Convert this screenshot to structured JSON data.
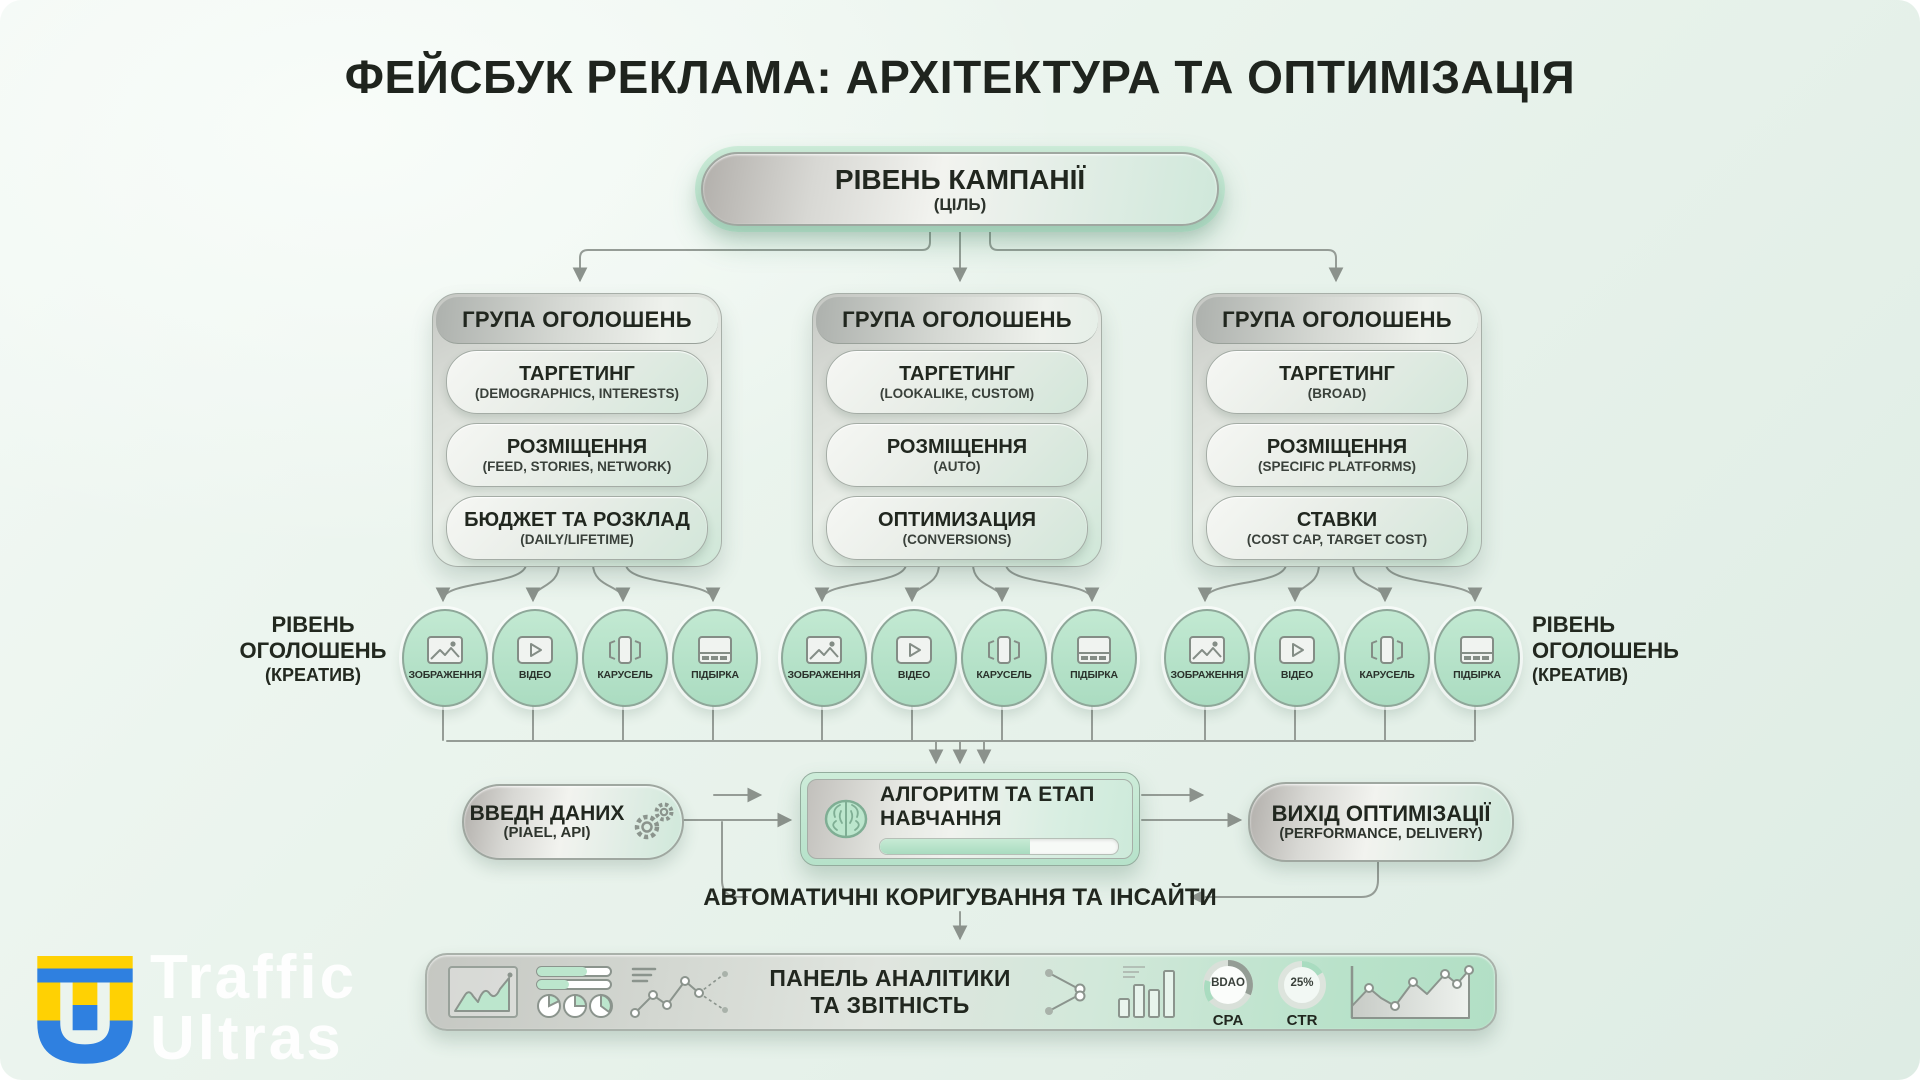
{
  "title": "ФЕЙСБУК РЕКЛАМА: АРХІТЕКТУРА ТА ОПТИМІЗАЦІЯ",
  "campaign": {
    "title": "РІВЕНЬ КАМПАНІЇ",
    "subtitle": "(ЦІЛЬ)"
  },
  "ad_groups": [
    {
      "header": "ГРУПА ОГОЛОШЕНЬ",
      "items": [
        {
          "title": "ТАРГЕТИНГ",
          "subtitle": "(DEMOGRAPHICS, INTERESTS)"
        },
        {
          "title": "РОЗМІЩЕННЯ",
          "subtitle": "(FEED, STORIES, NETWORK)"
        },
        {
          "title": "БЮДЖЕТ ТА РОЗКЛАД",
          "subtitle": "(DAILY/LIFETIME)"
        }
      ]
    },
    {
      "header": "ГРУПА ОГОЛОШЕНЬ",
      "items": [
        {
          "title": "ТАРГЕТИНГ",
          "subtitle": "(LOOKALIKE, CUSTOM)"
        },
        {
          "title": "РОЗМІЩЕННЯ",
          "subtitle": "(AUTO)"
        },
        {
          "title": "ОПТИМИЗАЦИЯ",
          "subtitle": "(CONVERSIONS)"
        }
      ]
    },
    {
      "header": "ГРУПА ОГОЛОШЕНЬ",
      "items": [
        {
          "title": "ТАРГЕТИНГ",
          "subtitle": "(BROAD)"
        },
        {
          "title": "РОЗМІЩЕННЯ",
          "subtitle": "(SPECIFIC PLATFORMS)"
        },
        {
          "title": "СТАВКИ",
          "subtitle": "(COST CAP, TARGET COST)"
        }
      ]
    }
  ],
  "ad_level": {
    "left": {
      "l1": "РІВЕНЬ",
      "l2": "ОГОЛОШЕНЬ",
      "l3": "(КРЕАТИВ)"
    },
    "right": {
      "l1": "РІВЕНЬ",
      "l2": "ОГОЛОШЕНЬ",
      "l3": "(КРЕАТИВ)"
    }
  },
  "creatives": {
    "groups": [
      [
        "ЗОБРАЖЕННЯ",
        "ВІДЕО",
        "КАРУСЕЛЬ",
        "ПІДБІРКА"
      ],
      [
        "ЗОБРАЖЕННЯ",
        "ВІДЕО",
        "КАРУСЕЛЬ",
        "ПІДБІРКА"
      ],
      [
        "ЗОБРАЖЕННЯ",
        "ВІДЕО",
        "КАРУСЕЛЬ",
        "ПІДБІРКА"
      ]
    ]
  },
  "flow": {
    "input": {
      "title": "ВВЕДН ДАНИХ",
      "subtitle": "(PIAEL, API)"
    },
    "algorithm": {
      "title": "АЛГОРИТМ ТА ЕТАП НАВЧАННЯ",
      "progress_percent": 63
    },
    "output": {
      "title": "ВИХІД ОПТИМІЗАЦІЇ",
      "subtitle": "(PERFORMANCE, DELIVERY)"
    },
    "feedback": "АВТОМАТИЧНІ КОРИГУВАННЯ ТА ІНСАЙТИ"
  },
  "analytics": {
    "title": "ПАНЕЛЬ АНАЛІТИКИ ТА ЗВІТНІСТЬ",
    "metrics": [
      {
        "value": "BDAO",
        "label": "CPA"
      },
      {
        "value": "25%",
        "label": "CTR"
      }
    ]
  },
  "logo": {
    "line1": "Traffic",
    "line2": "Ultras"
  },
  "colors": {
    "mint": "#b7e3c9",
    "line": "#959c96",
    "brand_yellow": "#ffd500",
    "brand_blue": "#2f80e0",
    "text": "#21271f"
  }
}
